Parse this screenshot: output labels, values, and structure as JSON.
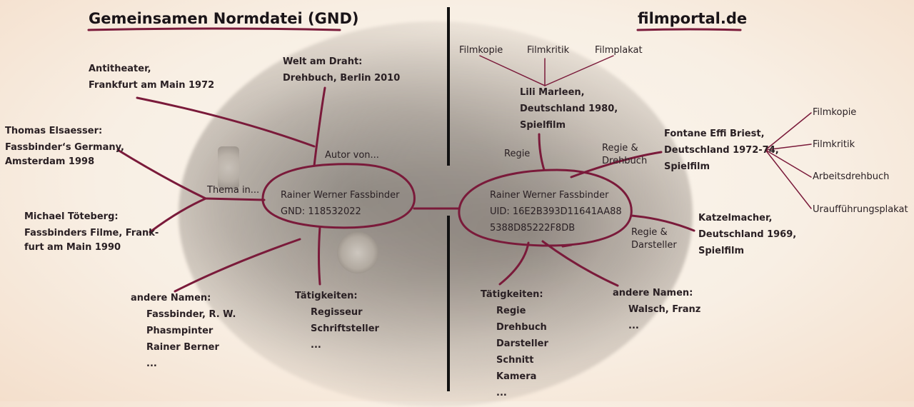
{
  "colors": {
    "accent": "#7a1a3a",
    "divider": "#111111",
    "text": "#2a2024"
  },
  "left": {
    "title": "Gemeinsamen Normdatei (GND)",
    "center": {
      "name": "Rainer Werner Fassbinder",
      "id": "GND: 118532022"
    },
    "relations": {
      "autor": "Autor von...",
      "thema": "Thema in..."
    },
    "nodes": {
      "antitheater": [
        "Antitheater,",
        "Frankfurt am Main 1972"
      ],
      "welt": [
        "Welt am Draht:",
        "Drehbuch, Berlin 2010"
      ],
      "elsaesser": [
        "Thomas Elsaesser:",
        "Fassbinder‘s Germany,",
        "Amsterdam 1998"
      ],
      "toeteberg": [
        "Michael Töteberg:",
        "Fassbinders Filme, Frank-",
        "furt am Main 1990"
      ]
    },
    "names": {
      "label": "andere Namen:",
      "items": [
        "Fassbinder, R. W.",
        "Phasmpinter",
        "Rainer Berner",
        "..."
      ]
    },
    "activities": {
      "label": "Tätigkeiten:",
      "items": [
        "Regisseur",
        "Schriftsteller",
        "..."
      ]
    }
  },
  "right": {
    "title": "filmportal.de",
    "center": {
      "name": "Rainer Werner Fassbinder",
      "id_line1": "UID: 16E2B393D11641AA88",
      "id_line2": "5388D85222F8DB"
    },
    "relations": {
      "regie": "Regie",
      "regie_drehbuch": [
        "Regie &",
        "Drehbuch"
      ],
      "regie_darsteller": [
        "Regie &",
        "Darsteller"
      ]
    },
    "films": {
      "lili": [
        "Lili Marleen,",
        "Deutschland 1980,",
        "Spielfilm"
      ],
      "effi": [
        "Fontane Effi Briest,",
        "Deutschland 1972-74,",
        "Spielfilm"
      ],
      "katzel": [
        "Katzelmacher,",
        "Deutschland 1969,",
        "Spielfilm"
      ]
    },
    "lili_items": [
      "Filmkopie",
      "Filmkritik",
      "Filmplakat"
    ],
    "effi_items": [
      "Filmkopie",
      "Filmkritik",
      "Arbeitsdrehbuch",
      "Uraufführungsplakat"
    ],
    "activities": {
      "label": "Tätigkeiten:",
      "items": [
        "Regie",
        "Drehbuch",
        "Darsteller",
        "Schnitt",
        "Kamera",
        "..."
      ]
    },
    "names": {
      "label": "andere Namen:",
      "items": [
        "Walsch, Franz",
        "..."
      ]
    }
  }
}
